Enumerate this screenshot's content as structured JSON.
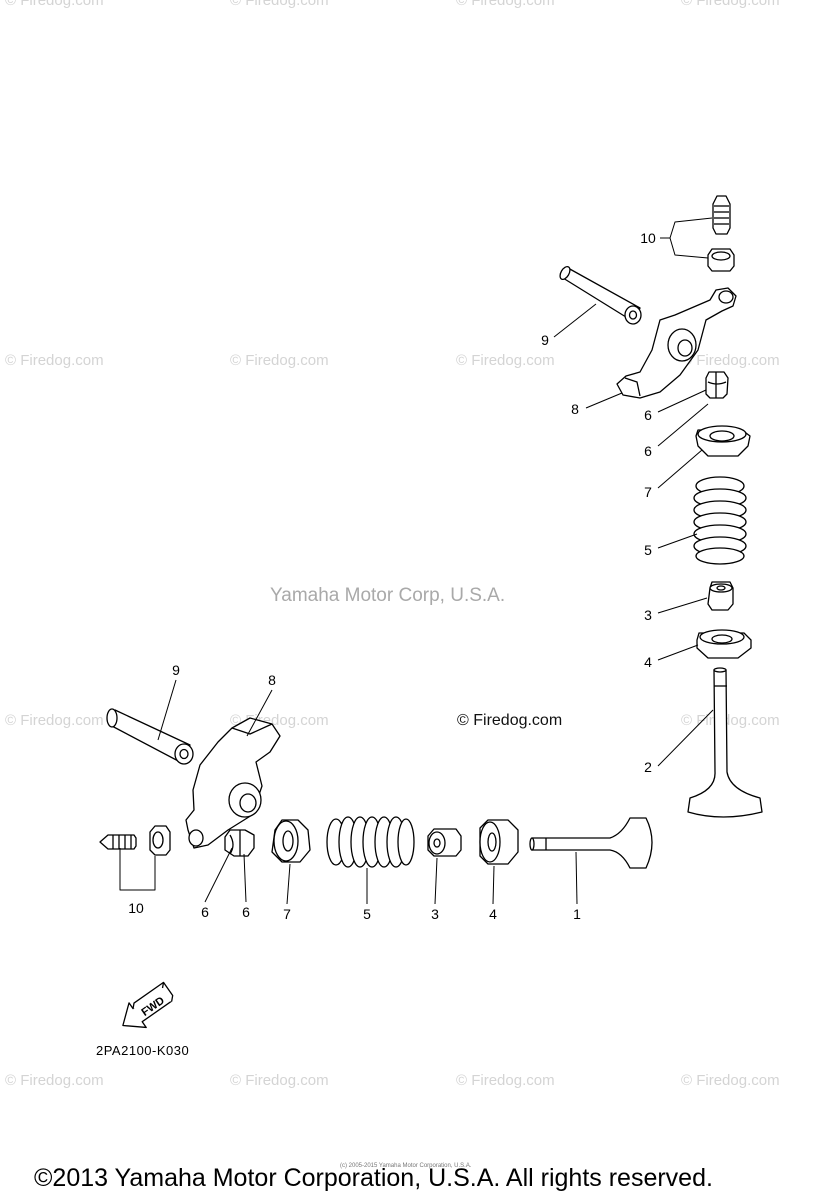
{
  "watermarks": {
    "firedog": "© Firedog.com",
    "center": "Yamaha Motor Corp, U.S.A.",
    "dark": "© Firedog.com"
  },
  "part_code": "2PA2100-K030",
  "fwd_label": "FWD",
  "small_copyright": "(c) 2005-2015 Yamaha Motor Corporation, U.S.A.",
  "copyright": "©2013 Yamaha Motor Corporation, U.S.A. All rights reserved.",
  "callouts": {
    "upper": [
      {
        "part": "10",
        "label": "10"
      },
      {
        "part": "9",
        "label": "9"
      },
      {
        "part": "8",
        "label": "8"
      },
      {
        "part": "6a",
        "label": "6"
      },
      {
        "part": "6b",
        "label": "6"
      },
      {
        "part": "7",
        "label": "7"
      },
      {
        "part": "5",
        "label": "5"
      },
      {
        "part": "3",
        "label": "3"
      },
      {
        "part": "4",
        "label": "4"
      },
      {
        "part": "2",
        "label": "2"
      }
    ],
    "lower": [
      {
        "part": "9",
        "label": "9"
      },
      {
        "part": "8",
        "label": "8"
      },
      {
        "part": "10",
        "label": "10"
      },
      {
        "part": "6a",
        "label": "6"
      },
      {
        "part": "6b",
        "label": "6"
      },
      {
        "part": "7",
        "label": "7"
      },
      {
        "part": "5",
        "label": "5"
      },
      {
        "part": "3",
        "label": "3"
      },
      {
        "part": "4",
        "label": "4"
      },
      {
        "part": "1",
        "label": "1"
      }
    ]
  }
}
